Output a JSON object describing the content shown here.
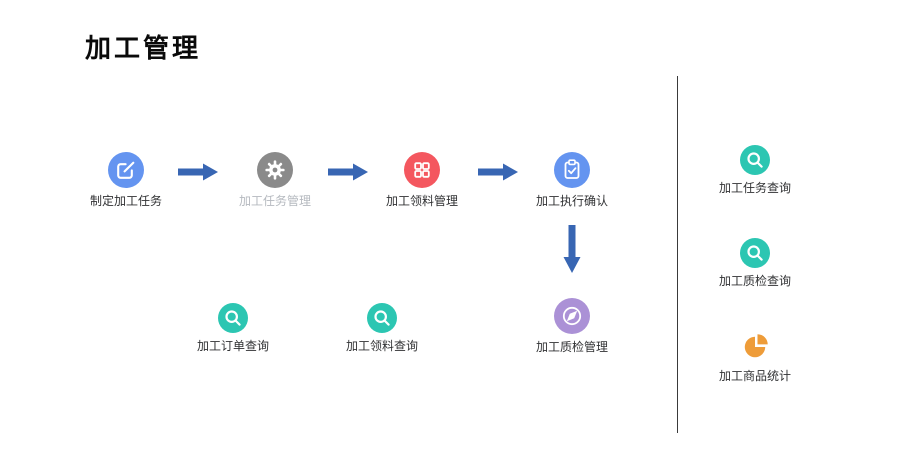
{
  "page": {
    "title": "加工管理"
  },
  "colors": {
    "arrow": "#3866b3",
    "label": "#303133",
    "label_disabled": "#b5b9bf",
    "divider": "#3a3a3a"
  },
  "flow": {
    "nodes": [
      {
        "label": "制定加工任务",
        "icon": "edit-icon",
        "color": "#6494f0",
        "disabled": false
      },
      {
        "label": "加工任务管理",
        "icon": "gear-icon",
        "color": "#8a8a8a",
        "disabled": true
      },
      {
        "label": "加工领料管理",
        "icon": "grid-icon",
        "color": "#f4575f",
        "disabled": false
      },
      {
        "label": "加工执行确认",
        "icon": "clipboard-check-icon",
        "color": "#6494f0",
        "disabled": false
      },
      {
        "label": "加工质检管理",
        "icon": "compass-icon",
        "color": "#ab91d6",
        "disabled": false
      }
    ]
  },
  "query_row": [
    {
      "label": "加工订单查询",
      "icon": "search-icon",
      "color": "#2cc6b2"
    },
    {
      "label": "加工领料查询",
      "icon": "search-icon",
      "color": "#2cc6b2"
    }
  ],
  "sidebar": [
    {
      "label": "加工任务查询",
      "icon": "search-icon",
      "color": "#2cc6b2"
    },
    {
      "label": "加工质检查询",
      "icon": "search-icon",
      "color": "#2cc6b2"
    },
    {
      "label": "加工商品统计",
      "icon": "pie-chart-icon",
      "color": "#ee9c39"
    }
  ]
}
